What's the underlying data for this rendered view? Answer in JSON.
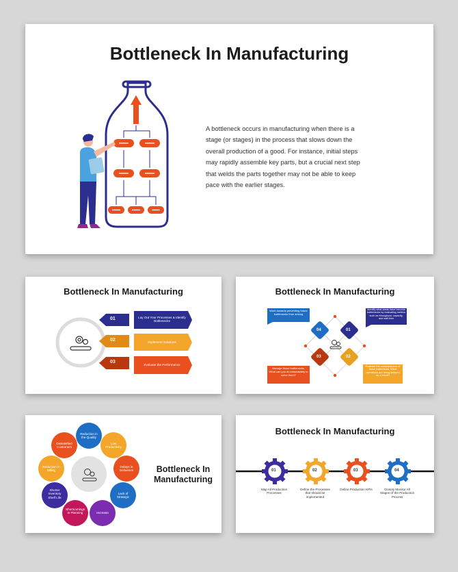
{
  "colors": {
    "navy": "#2b2d8f",
    "orange": "#f4a62a",
    "red_orange": "#e8501f",
    "dark_red": "#b8380f",
    "purple": "#3b2ca0",
    "blue": "#1e6fc4"
  },
  "slide1": {
    "title": "Bottleneck In Manufacturing",
    "body": "A bottleneck occurs in manufacturing when there is a stage (or stages) in the process that slows down the overall production of a good. For instance, initial steps may rapidly assemble key parts, but a crucial next step that welds the parts together may not be able to keep pace with the earlier stages."
  },
  "slide2": {
    "title": "Bottleneck In Manufacturing",
    "icon": "gear-conveyor-icon",
    "steps": [
      {
        "num": "01",
        "text": "Lay Out Your Processes & Identify Bottlenecks"
      },
      {
        "num": "02",
        "text": "Implement Solutions"
      },
      {
        "num": "03",
        "text": "Evaluate the Performance"
      }
    ]
  },
  "slide3": {
    "title": "Bottleneck In Manufacturing",
    "icon": "gear-conveyor-icon",
    "nodes": [
      {
        "num": "04",
        "text": "Work towards preventing future bottlenecks from arising"
      },
      {
        "num": "01",
        "text": "Identify what areas have become bottlenecks by evaluating metrics such as throughput, capacity, and wait time"
      },
      {
        "num": "03",
        "text": "Manage those bottlenecks. What can you do immediately to solve them?"
      },
      {
        "num": "02",
        "text": "Evaluate the consequences of those bottlenecks. What operations are being delayed as a result?"
      }
    ]
  },
  "slide4": {
    "title_line1": "Bottleneck In",
    "title_line2": "Manufacturing",
    "icon": "gear-conveyor-icon",
    "bubbles": [
      "Reduction in the Quality",
      "Low Productivity",
      "Delays in Deliveries",
      "Lack of Strategic",
      "Increase",
      "Shortcomings in Planning",
      "Shorter Inventory Shelf Life",
      "Reduction in Billing",
      "Dissatisfied Customers"
    ]
  },
  "slide5": {
    "title": "Bottleneck In Manufacturing",
    "steps": [
      {
        "num": "01",
        "text": "Map All Production Processes"
      },
      {
        "num": "02",
        "text": "Define the Processes that should be implemented"
      },
      {
        "num": "03",
        "text": "Define Production KPIs"
      },
      {
        "num": "04",
        "text": "Closely Monitor All Stages of the Production Process"
      }
    ]
  }
}
